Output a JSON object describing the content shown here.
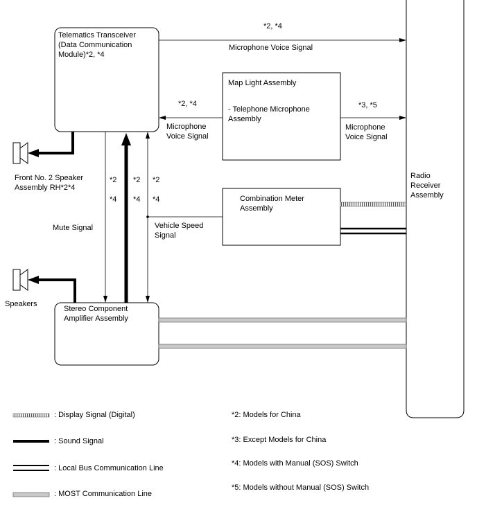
{
  "boxes": {
    "telematics": "Telematics Transceiver\n(Data Communication\nModule)*2, *4",
    "map_light_title": "Map Light Assembly",
    "map_light_sub": "- Telephone Microphone\nAssembly",
    "combination_meter": "Combination Meter\nAssembly",
    "stereo_amp": "Stereo Component\nAmplifier Assembly",
    "radio": "Radio\nReceiver\nAssembly"
  },
  "speakers": {
    "front": "Front No. 2 Speaker\nAssembly RH*2*4",
    "speakers": "Speakers"
  },
  "signals": {
    "mic_top_note": "*2, *4",
    "mic_top": "Microphone Voice Signal",
    "mic_left_note": "*2, *4",
    "mic_left": "Microphone\nVoice Signal",
    "mic_right_note": "*3, *5",
    "mic_right": "Microphone\nVoice Signal",
    "mute": "Mute Signal",
    "vehicle_speed": "Vehicle Speed\nSignal",
    "v1_a": "*2",
    "v1_b": "*4",
    "v2_a": "*2",
    "v2_b": "*4",
    "v3_a": "*2",
    "v3_b": "*4"
  },
  "legend": {
    "display": ": Display Signal (Digital)",
    "sound": ": Sound Signal",
    "local_bus": ": Local Bus Communication Line",
    "most": ": MOST Communication Line"
  },
  "notes": {
    "n2": "*2: Models for China",
    "n3": "*3: Except Models for China",
    "n4": "*4: Models with Manual (SOS) Switch",
    "n5": "*5: Models without Manual (SOS) Switch"
  },
  "colors": {
    "line": "#000000",
    "most_fill": "#c8c8c8",
    "display_fill": "#bdbdbd"
  }
}
